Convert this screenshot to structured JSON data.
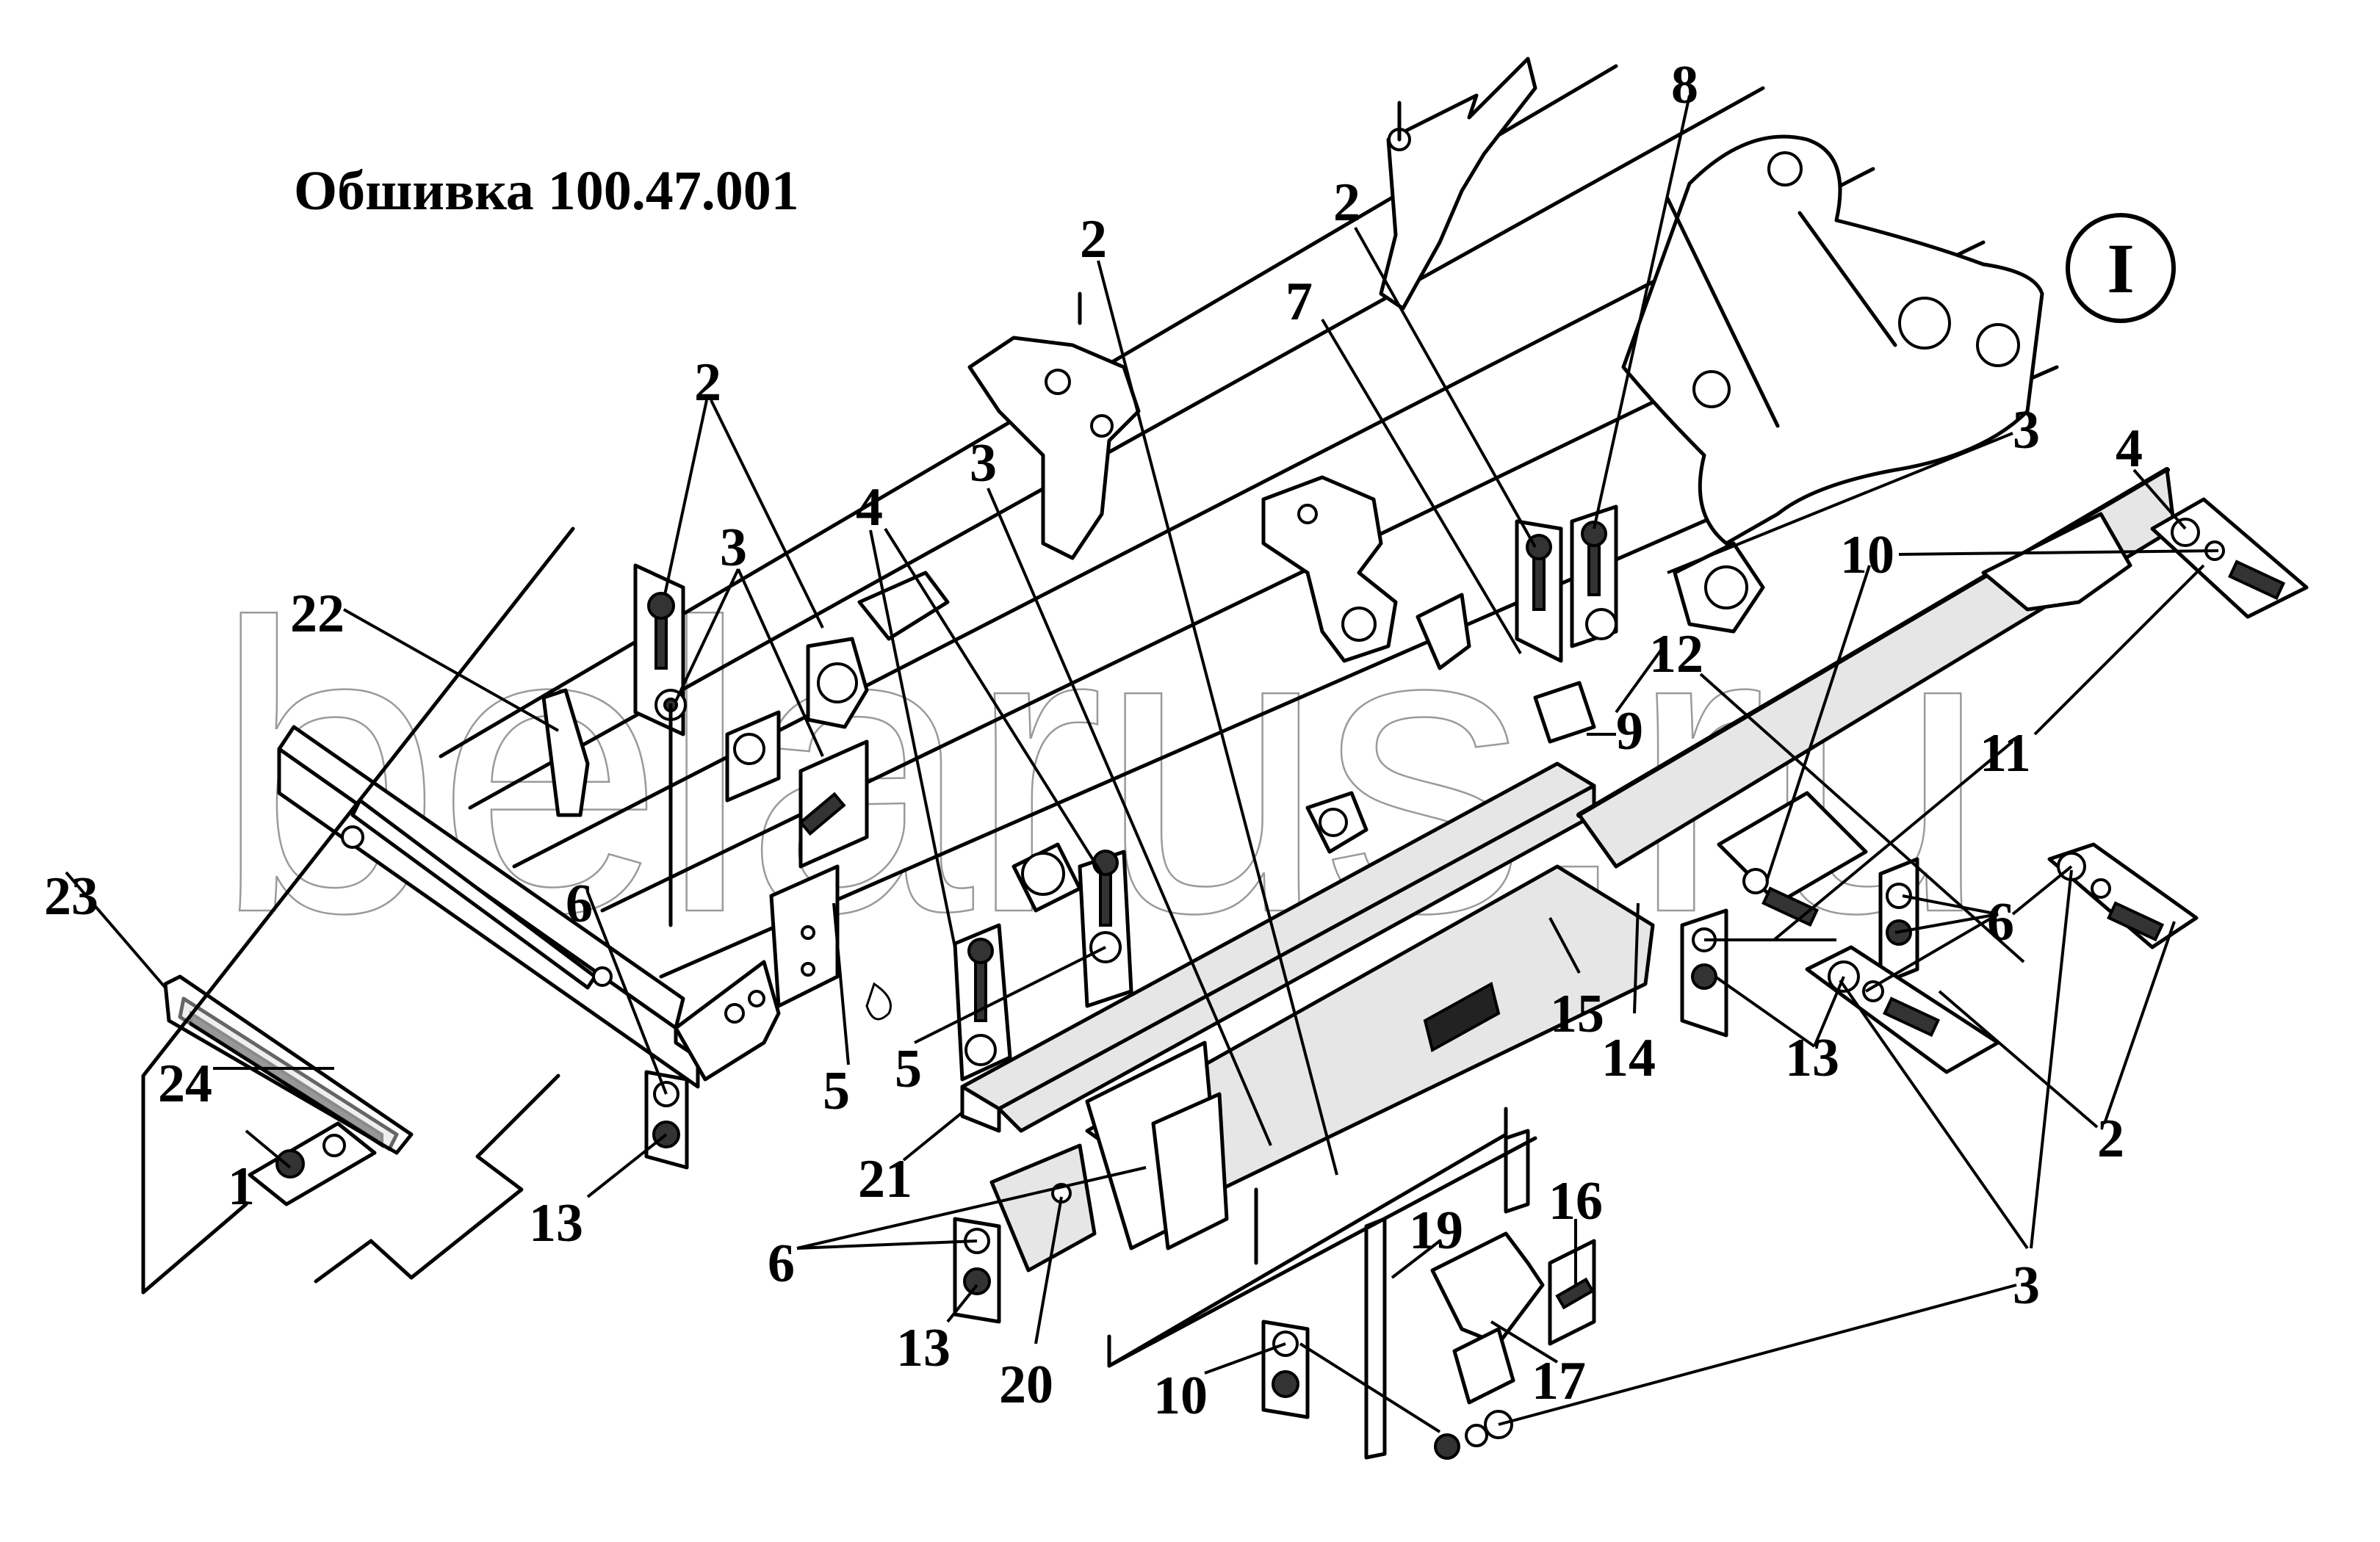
{
  "title": "Обшивка 100.47.001",
  "view_marker": "I",
  "watermark": "belarus.ru",
  "callouts": [
    {
      "id": "c-22",
      "label": "22"
    },
    {
      "id": "c-23",
      "label": "23"
    },
    {
      "id": "c-24",
      "label": "24"
    },
    {
      "id": "c-1",
      "label": "1"
    },
    {
      "id": "c-2a",
      "label": "2"
    },
    {
      "id": "c-3a",
      "label": "3"
    },
    {
      "id": "c-4a",
      "label": "4"
    },
    {
      "id": "c-5a",
      "label": "5"
    },
    {
      "id": "c-5b",
      "label": "5"
    },
    {
      "id": "c-2b",
      "label": "2"
    },
    {
      "id": "c-3b",
      "label": "3"
    },
    {
      "id": "c-7",
      "label": "7"
    },
    {
      "id": "c-2c",
      "label": "2"
    },
    {
      "id": "c-8",
      "label": "8"
    },
    {
      "id": "c-3c",
      "label": "3"
    },
    {
      "id": "c-4b",
      "label": "4"
    },
    {
      "id": "c-10a",
      "label": "10"
    },
    {
      "id": "c-12",
      "label": "12"
    },
    {
      "id": "c-9",
      "label": "9"
    },
    {
      "id": "c-11",
      "label": "11"
    },
    {
      "id": "c-6a",
      "label": "6"
    },
    {
      "id": "c-15",
      "label": "15"
    },
    {
      "id": "c-14",
      "label": "14"
    },
    {
      "id": "c-13a",
      "label": "13"
    },
    {
      "id": "c-2d",
      "label": "2"
    },
    {
      "id": "c-3d",
      "label": "3"
    },
    {
      "id": "c-6b",
      "label": "6"
    },
    {
      "id": "c-13b",
      "label": "13"
    },
    {
      "id": "c-21",
      "label": "21"
    },
    {
      "id": "c-6c",
      "label": "6"
    },
    {
      "id": "c-13c",
      "label": "13"
    },
    {
      "id": "c-20",
      "label": "20"
    },
    {
      "id": "c-10b",
      "label": "10"
    },
    {
      "id": "c-19",
      "label": "19"
    },
    {
      "id": "c-16",
      "label": "16"
    },
    {
      "id": "c-17",
      "label": "17"
    }
  ]
}
